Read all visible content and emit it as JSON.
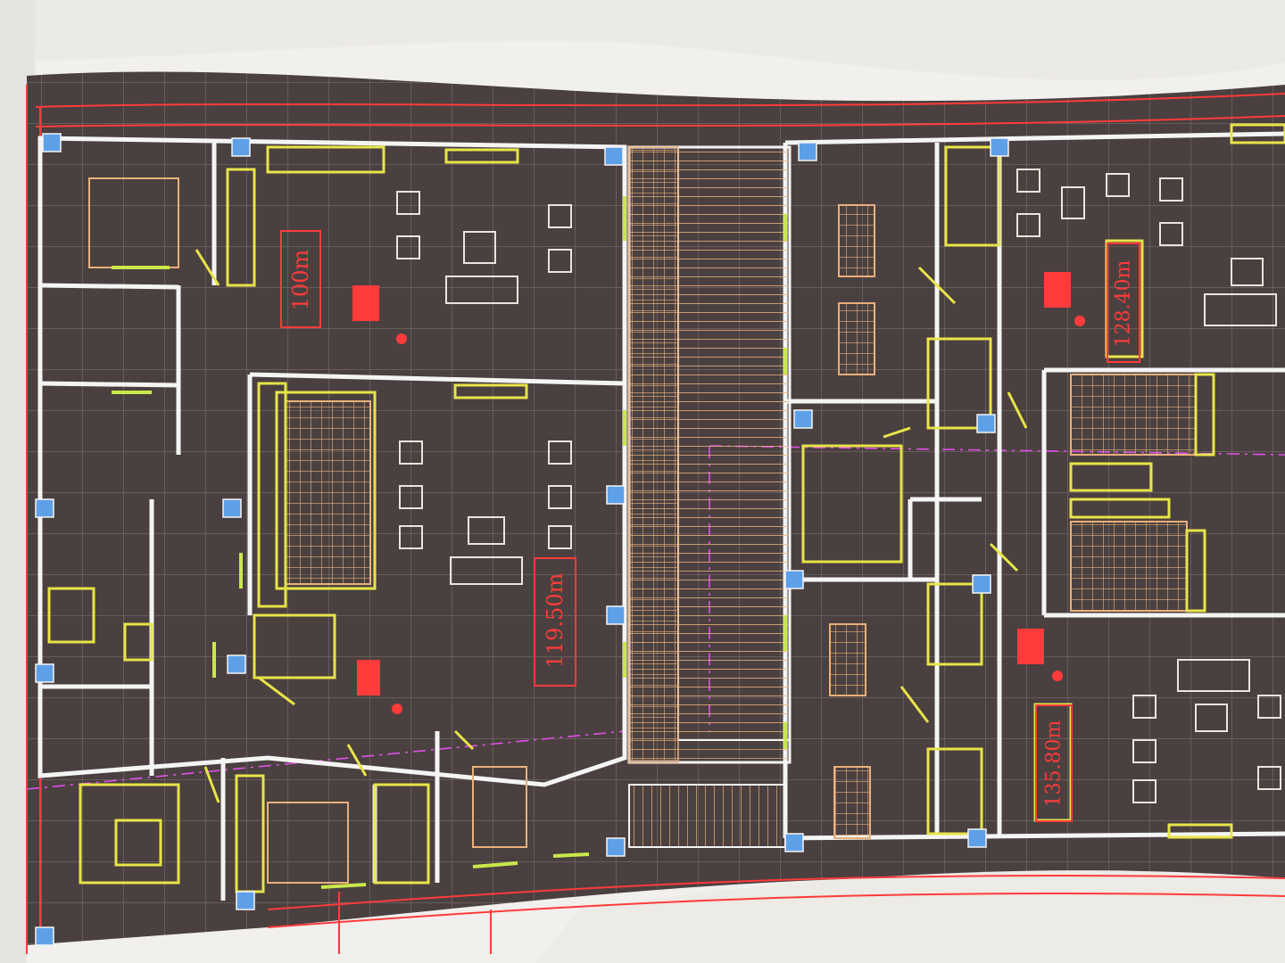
{
  "drawing": {
    "areas": [
      {
        "id": "area-1",
        "label": "100m"
      },
      {
        "id": "area-2",
        "label": "119.50m"
      },
      {
        "id": "area-3",
        "label": "128.40m"
      },
      {
        "id": "area-4",
        "label": "135.80m"
      }
    ]
  },
  "colors": {
    "background": "#4a403f",
    "walls": "#f4f4f4",
    "furniture": "#e8e448",
    "dimension_lines": "#ff3b3b",
    "grid": "#8a8482",
    "column_markers": "#5ea0e8",
    "axis_line": "#e050e8",
    "hatch": "#e9b07a"
  }
}
